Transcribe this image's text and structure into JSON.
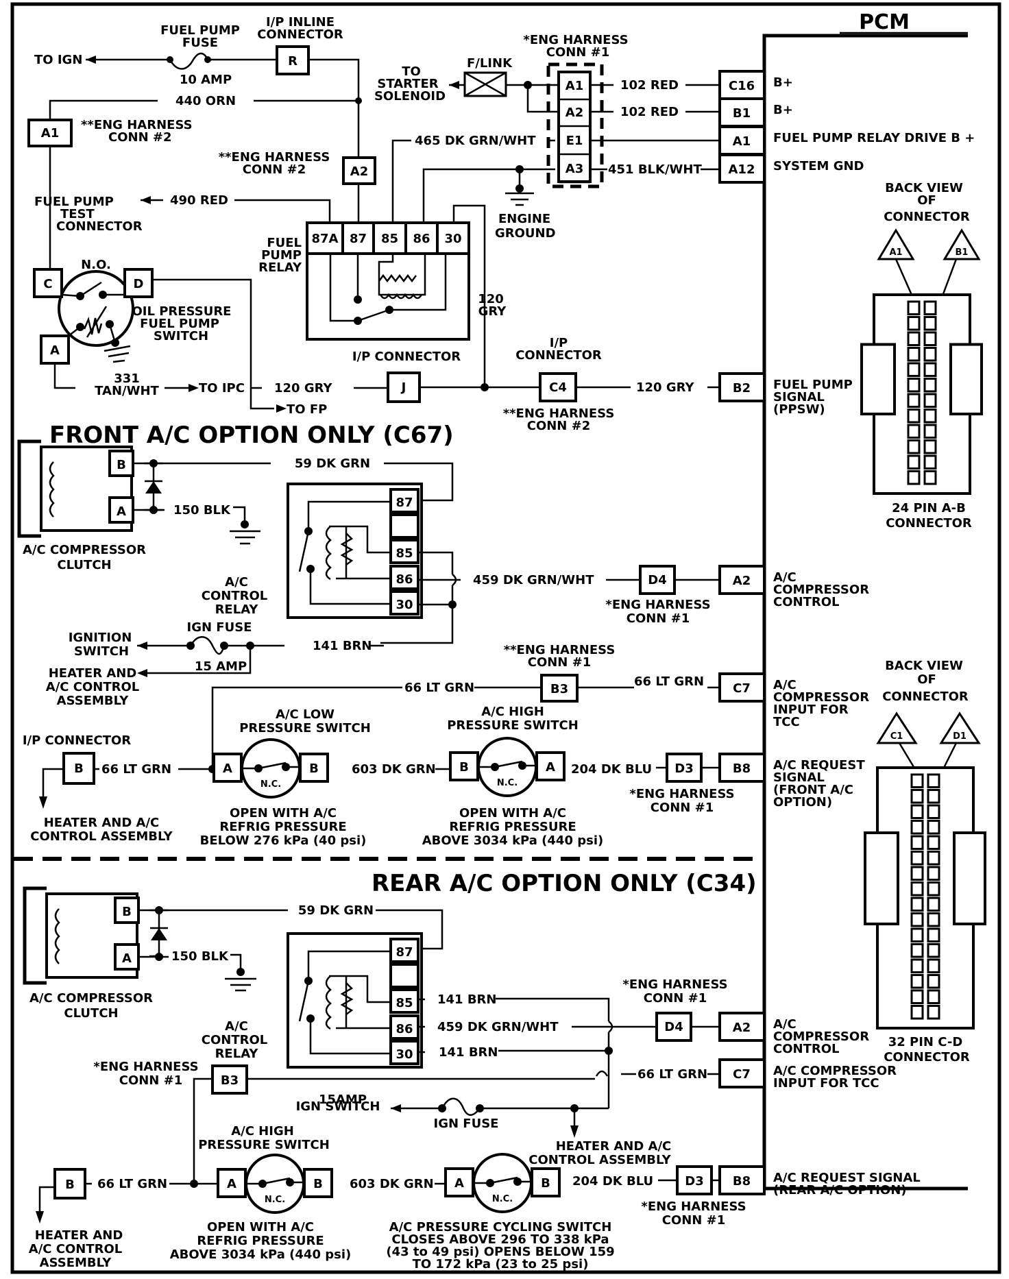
{
  "pcm": {
    "title": "PCM",
    "pins": [
      {
        "id": "C16",
        "label": "B+"
      },
      {
        "id": "B1",
        "label": "B+"
      },
      {
        "id": "A1",
        "label": "FUEL PUMP RELAY DRIVE B +"
      },
      {
        "id": "A12",
        "label": "SYSTEM GND"
      },
      {
        "id": "B2",
        "label": [
          "FUEL PUMP",
          "SIGNAL",
          "(PPSW)"
        ]
      },
      {
        "id": "A2",
        "label": [
          "A/C",
          "COMPRESSOR",
          "CONTROL"
        ]
      },
      {
        "id": "C7",
        "label": [
          "A/C",
          "COMPRESSOR",
          "INPUT FOR",
          "TCC"
        ]
      },
      {
        "id": "B8",
        "label": [
          "A/C REQUEST",
          "SIGNAL",
          "(FRONT A/C",
          "OPTION)"
        ]
      },
      {
        "id": "A2",
        "label": [
          "A/C",
          "COMPRESSOR",
          "CONTROL"
        ]
      },
      {
        "id": "C7",
        "label": [
          "A/C COMPRESSOR",
          "INPUT FOR TCC"
        ]
      },
      {
        "id": "B8",
        "label": [
          "A/C REQUEST SIGNAL",
          "(REAR A/C OPTION)"
        ]
      }
    ],
    "connector_ab": {
      "heading": [
        "BACK VIEW",
        "OF",
        "CONNECTOR"
      ],
      "pin_left": "A1",
      "pin_right": "B1",
      "caption": [
        "24 PIN  A-B",
        "CONNECTOR"
      ]
    },
    "connector_cd": {
      "heading": [
        "BACK VIEW",
        "OF",
        "CONNECTOR"
      ],
      "pin_left": "C1",
      "pin_right": "D1",
      "caption": [
        "32  PIN C-D",
        "CONNECTOR"
      ]
    }
  },
  "fuel_pump": {
    "to_ign": "TO IGN",
    "fuse_label": [
      "FUEL PUMP",
      "FUSE"
    ],
    "fuse_rating": "10 AMP",
    "ip_inline": [
      "I/P INLINE",
      "CONNECTOR"
    ],
    "ip_inline_pin": "R",
    "wire_440": "440 ORN",
    "eng2_a1_pin": "A1",
    "eng2_label": [
      "**ENG HARNESS",
      "CONN #2"
    ],
    "eng2_a2_pin": "A2",
    "wire_490": "490 RED",
    "test_connector": [
      "FUEL PUMP",
      "TEST",
      "CONNECTOR"
    ],
    "to_starter": [
      "TO",
      "STARTER",
      "SOLENOID"
    ],
    "flink": "F/LINK",
    "eng1_label": [
      "*ENG HARNESS",
      "CONN #1"
    ],
    "eng1_pins": [
      "A1",
      "A2",
      "E1",
      "A3"
    ],
    "wire_102a": "102 RED",
    "wire_102b": "102 RED",
    "wire_465": "465 DK GRN/WHT",
    "wire_451": "451 BLK/WHT",
    "engine_ground": [
      "ENGINE",
      "GROUND"
    ],
    "relay_label": [
      "FUEL",
      "PUMP",
      "RELAY"
    ],
    "relay_pins": [
      "87A",
      "87",
      "85",
      "86",
      "30"
    ],
    "wire_120_vert": [
      "120",
      "GRY"
    ],
    "oil_switch_pins": [
      "C",
      "D",
      "A"
    ],
    "oil_switch_no": "N.O.",
    "oil_switch_label": [
      "OIL PRESSURE",
      "FUEL PUMP",
      "SWITCH"
    ],
    "wire_331": [
      "331",
      "TAN/WHT"
    ],
    "to_ipc": "TO IPC",
    "wire_120a": "120 GRY",
    "to_fp": "TO FP",
    "ip_connector_j_label": "I/P CONNECTOR",
    "ip_j_pin": "J",
    "ip_c4_label": [
      "I/P",
      "CONNECTOR"
    ],
    "ip_c4_pin": "C4",
    "eng2_c4_label": [
      "**ENG HARNESS",
      "CONN #2"
    ],
    "wire_120b": "120 GRY"
  },
  "front_ac": {
    "title": "FRONT A/C OPTION ONLY (C67)",
    "clutch_pins": [
      "B",
      "A"
    ],
    "clutch_label": [
      "A/C COMPRESSOR",
      "CLUTCH"
    ],
    "wire_59": "59 DK GRN",
    "wire_150": "150 BLK",
    "relay_label": [
      "A/C",
      "CONTROL",
      "RELAY"
    ],
    "relay_pins": [
      "87",
      "",
      "85",
      "86",
      "30"
    ],
    "wire_459": "459 DK GRN/WHT",
    "d4_pin": "D4",
    "d4_label": [
      "*ENG HARNESS",
      "CONN #1"
    ],
    "ign_switch": [
      "IGNITION",
      "SWITCH"
    ],
    "ign_fuse": "IGN FUSE",
    "fuse_rating": "15 AMP",
    "wire_141": "141 BRN",
    "heater_upper": [
      "HEATER AND",
      "A/C CONTROL",
      "ASSEMBLY"
    ],
    "wire_66a": "66 LT GRN",
    "b3_label": [
      "**ENG HARNESS",
      "CONN #1"
    ],
    "b3_pin": "B3",
    "wire_66b": "66 LT GRN",
    "ip_connector": "I/P CONNECTOR",
    "ip_b_pin": "B",
    "wire_66c": "66 LT GRN",
    "low_switch_label": [
      "A/C LOW",
      "PRESSURE SWITCH"
    ],
    "low_switch_pins": [
      "A",
      "B"
    ],
    "nc": "N.C.",
    "low_switch_note": [
      "OPEN WITH A/C",
      "REFRIG PRESSURE",
      "BELOW 276 kPa (40 psi)"
    ],
    "wire_603": "603 DK GRN",
    "high_switch_label": [
      "A/C HIGH",
      "PRESSURE SWITCH"
    ],
    "high_switch_pins": [
      "B",
      "A"
    ],
    "high_switch_note": [
      "OPEN WITH A/C",
      "REFRIG PRESSURE",
      "ABOVE 3034 kPa (440 psi)"
    ],
    "wire_204": "204 DK BLU",
    "d3_pin": "D3",
    "d3_label": [
      "*ENG HARNESS",
      "CONN #1"
    ],
    "heater_lower": [
      "HEATER AND A/C",
      "CONTROL ASSEMBLY"
    ]
  },
  "rear_ac": {
    "title": "REAR A/C OPTION ONLY (C34)",
    "clutch_pins": [
      "B",
      "A"
    ],
    "clutch_label": [
      "A/C COMPRESSOR",
      "CLUTCH"
    ],
    "wire_59": "59 DK GRN",
    "wire_150": "150 BLK",
    "relay_label": [
      "A/C",
      "CONTROL",
      "RELAY"
    ],
    "relay_pins": [
      "87",
      "",
      "85",
      "86",
      "30"
    ],
    "wire_141a": "141 BRN",
    "wire_459": "459 DK GRN/WHT",
    "wire_141b": "141 BRN",
    "d4_label": [
      "*ENG HARNESS",
      "CONN #1"
    ],
    "d4_pin": "D4",
    "b3_label": [
      "*ENG HARNESS",
      "CONN #1"
    ],
    "b3_pin": "B3",
    "wire_66a": "66 LT GRN",
    "fuse_rating": "15AMP",
    "ign_switch": "IGN SWITCH",
    "ign_fuse": "IGN FUSE",
    "heater_mid": [
      "HEATER AND A/C",
      "CONTROL ASSEMBLY"
    ],
    "ip_b_pin": "B",
    "wire_66b": "66 LT GRN",
    "high_switch_label": [
      "A/C HIGH",
      "PRESSURE SWITCH"
    ],
    "high_switch_pins": [
      "A",
      "B"
    ],
    "nc": "N.C.",
    "high_switch_note": [
      "OPEN WITH A/C",
      "REFRIG PRESSURE",
      "ABOVE 3034 kPa (440 psi)"
    ],
    "wire_603": "603 DK GRN",
    "cycling_switch_pins": [
      "A",
      "B"
    ],
    "cycling_note": [
      "A/C PRESSURE CYCLING SWITCH",
      "CLOSES ABOVE 296 TO 338 kPa",
      "(43 to 49 psi) OPENS BELOW 159",
      "TO 172 kPa (23 to 25 psi)"
    ],
    "wire_204": "204 DK BLU",
    "d3_pin": "D3",
    "d3_label": [
      "*ENG HARNESS",
      "CONN #1"
    ],
    "heater_lower": [
      "HEATER AND",
      "A/C CONTROL",
      "ASSEMBLY"
    ]
  }
}
